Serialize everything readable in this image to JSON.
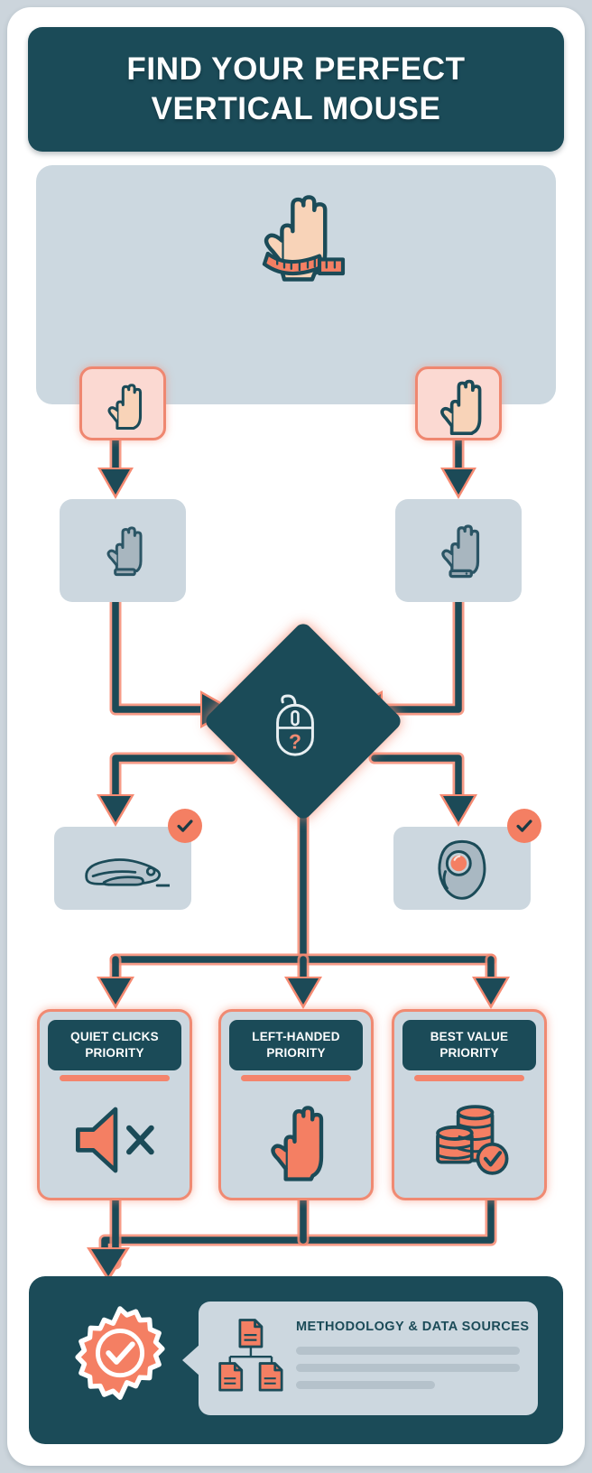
{
  "theme": {
    "page_bg": "#ccd5dc",
    "card_bg": "#ffffff",
    "dark_teal": "#1b4b58",
    "coral": "#f47f63",
    "panel_grey": "#ccd7df",
    "pink_box": "#fbd9d2",
    "text_light": "#fdfefe"
  },
  "header": {
    "title_line1": "FIND YOUR PERFECT",
    "title_line2": "VERTICAL MOUSE"
  },
  "measure_step": {
    "icon": "hand-with-measuring-tape-icon",
    "panel_label": ""
  },
  "hand_size_branches": [
    {
      "side": "left",
      "icon": "small-hand-icon",
      "label": ""
    },
    {
      "side": "right",
      "icon": "large-hand-icon",
      "label": ""
    }
  ],
  "glove_boxes": [
    {
      "side": "left",
      "icon": "glove-icon",
      "label": ""
    },
    {
      "side": "right",
      "icon": "glove-icon",
      "label": ""
    }
  ],
  "decision": {
    "icon": "mouse-question-icon",
    "glyph": "?"
  },
  "results": [
    {
      "side": "left",
      "icon": "standard-mouse-icon",
      "badge": "check-badge-icon",
      "badge_glyph": "✓"
    },
    {
      "side": "right",
      "icon": "trackball-mouse-icon",
      "badge": "check-badge-icon",
      "badge_glyph": "✓"
    }
  ],
  "priority_cards": [
    {
      "title_line1": "QUIET CLICKS",
      "title_line2": "PRIORITY",
      "icon": "muted-speaker-icon"
    },
    {
      "title_line1": "LEFT-HANDED",
      "title_line2": "PRIORITY",
      "icon": "left-hand-icon"
    },
    {
      "title_line1": "BEST VALUE",
      "title_line2": "PRIORITY",
      "icon": "coin-stack-check-icon"
    }
  ],
  "footer": {
    "seal_icon": "verified-seal-icon",
    "docs_icon": "document-hierarchy-icon",
    "methodology_title": "METHODOLOGY & DATA SOURCES",
    "placeholder_lines": 3
  }
}
